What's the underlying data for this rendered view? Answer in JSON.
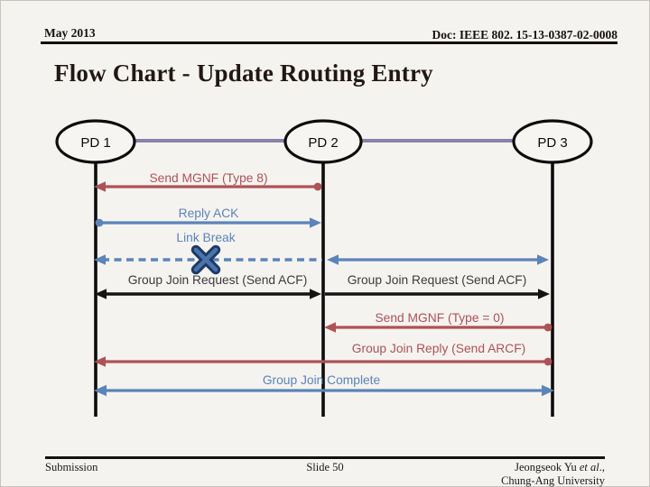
{
  "header": {
    "date": "May 2013",
    "doc_number": "Doc: IEEE 802. 15-13-0387-02-0008"
  },
  "title": "Flow Chart - Update Routing Entry",
  "diagram": {
    "nodes": [
      {
        "label": "PD 1"
      },
      {
        "label": "PD 2"
      },
      {
        "label": "PD 3"
      }
    ],
    "messages": [
      {
        "label": "Send MGNF (Type 8)",
        "from": "PD 2",
        "to": "PD 1",
        "style": "red-solid-dot-to-arrow"
      },
      {
        "label": "Reply ACK",
        "from": "PD 1",
        "to": "PD 2",
        "style": "blue-solid-dot-to-arrow"
      },
      {
        "label": "Link Break",
        "from": "PD 2",
        "to": "PD 1",
        "style": "blue-dashed-with-break-cross"
      },
      {
        "label": "Group Join Request (Send ACF)",
        "from": "PD 1",
        "to": "PD 2",
        "style": "black-double-arrow"
      },
      {
        "label": "Group Join Request (Send ACF)",
        "from": "PD 2",
        "to": "PD 3",
        "style": "black-arrow"
      },
      {
        "label": "Send MGNF (Type = 0)",
        "from": "PD 3",
        "to": "PD 2",
        "style": "red-solid-dot-to-arrow"
      },
      {
        "label": "Group Join Reply (Send ARCF)",
        "from": "PD 3",
        "to": "PD 1",
        "style": "red-solid-dot-to-arrow"
      },
      {
        "label": "Group Join Complete",
        "from": "PD 1",
        "to": "PD 3",
        "style": "blue-double-arrow"
      }
    ],
    "colors": {
      "red": "#ad5257",
      "blue": "#5b84b8",
      "purple": "#8d80a8",
      "line_black": "#111111",
      "cross_outline": "#1d3a66",
      "cross_fill": "#4a74ab"
    }
  },
  "footer": {
    "submission": "Submission",
    "slide_number": "Slide 50",
    "author_prefix": "Jeongseok Yu ",
    "author_etal": "et al",
    "author_suffix": ".,",
    "affiliation": "Chung-Ang University"
  }
}
